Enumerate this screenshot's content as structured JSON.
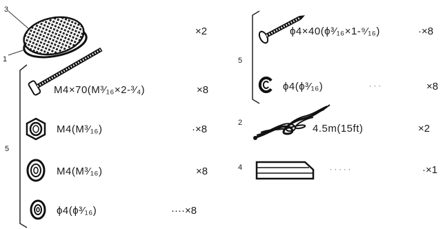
{
  "left": {
    "pad": {
      "ref": "3",
      "ref2": "1",
      "qty": "×2"
    },
    "group_ref": "5",
    "items": [
      {
        "label": "M4×70(M³⁄₁₆×2-³⁄₄)",
        "qty": "×8"
      },
      {
        "label": "M4(M³⁄₁₆)",
        "qty": "·×8"
      },
      {
        "label": "M4(M³⁄₁₆)",
        "qty": "×8"
      },
      {
        "label": "ϕ4(ϕ³⁄₁₆)",
        "qty": "····×8"
      }
    ]
  },
  "right": {
    "group_ref": "5",
    "items": [
      {
        "label": "ϕ4×40(ϕ³⁄₁₆×1-⁹⁄₁₆)",
        "qty": "·×8"
      },
      {
        "label": "ϕ4(ϕ³⁄₁₆)",
        "dots": "···",
        "qty": "×8"
      }
    ],
    "cable": {
      "ref": "2",
      "label": "4.5m(15ft)",
      "qty": "×2"
    },
    "sheet": {
      "ref": "4",
      "dots": "·····",
      "qty": "·×1"
    }
  }
}
